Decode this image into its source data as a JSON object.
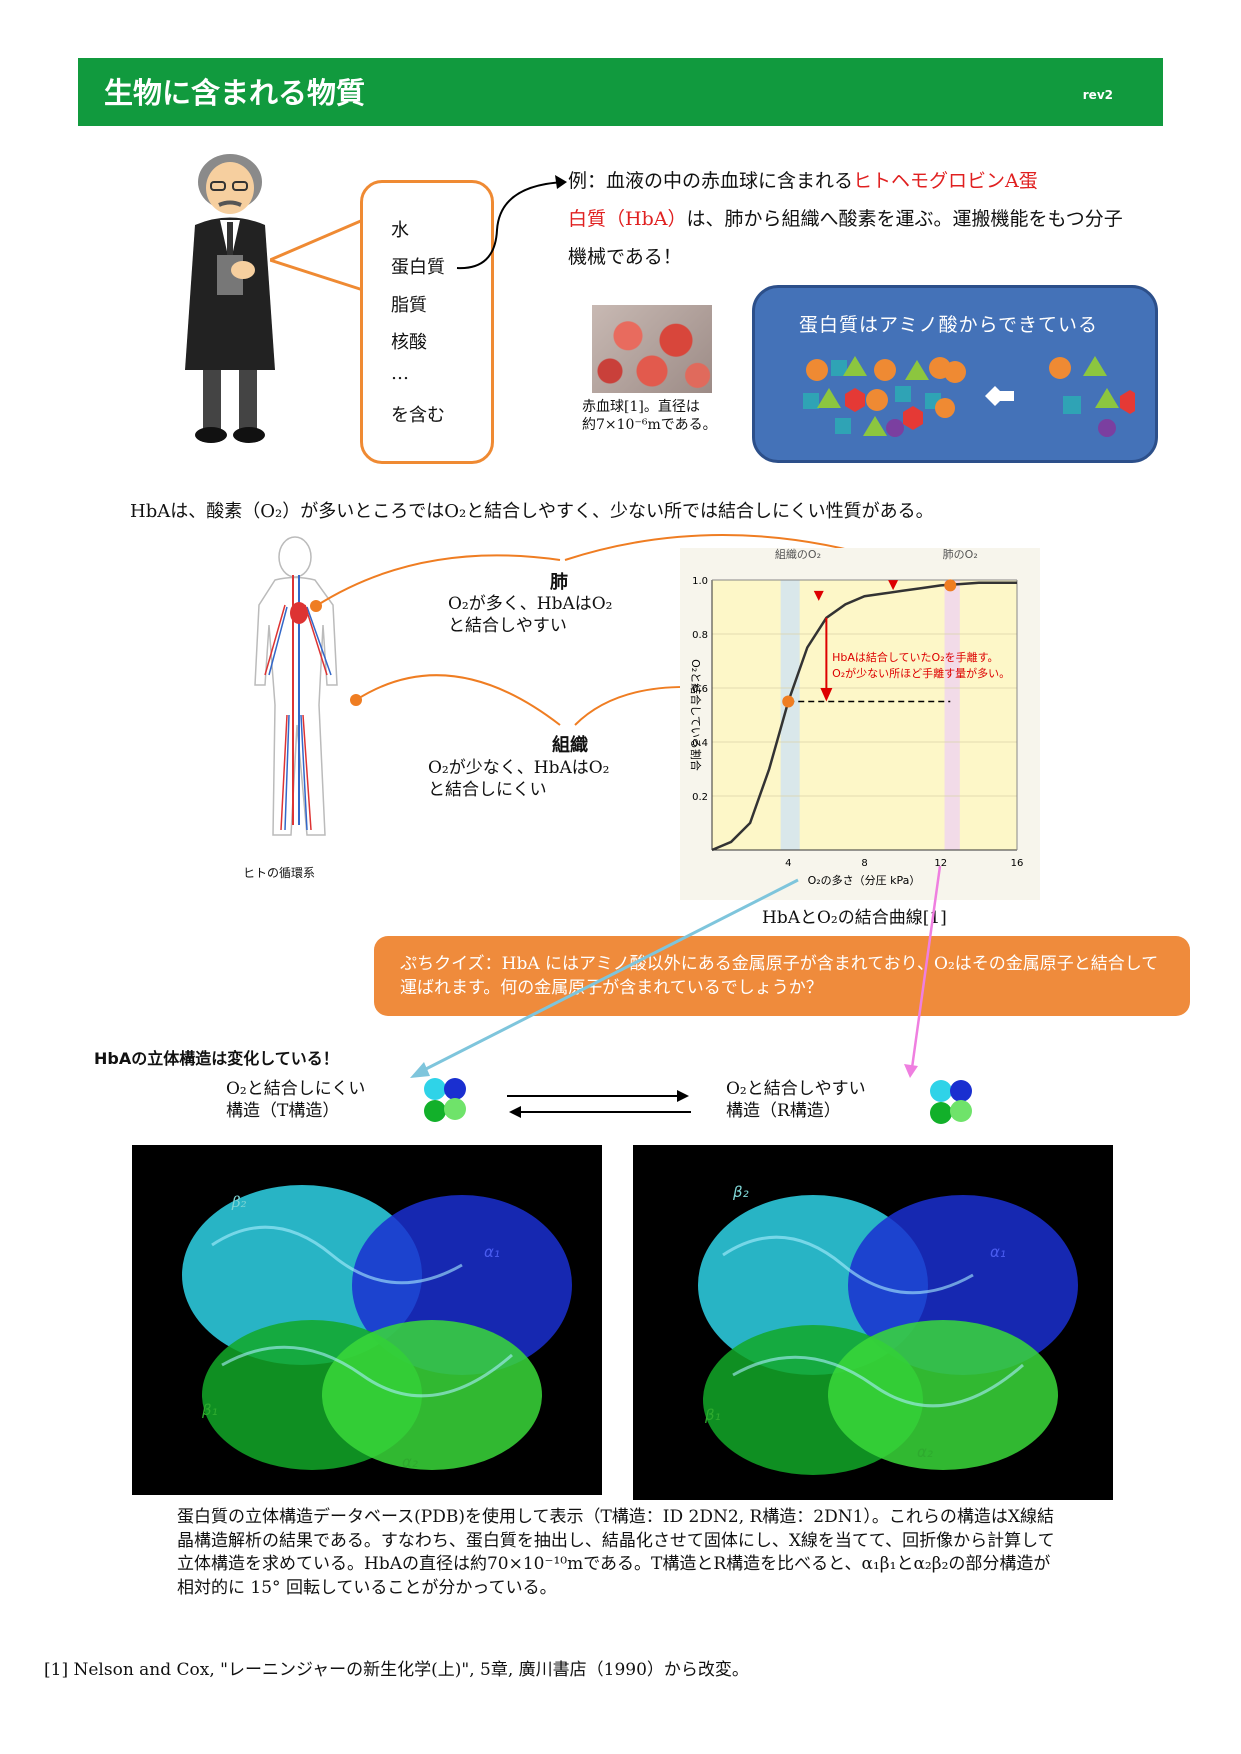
{
  "header": {
    "title": "生物に含まれる物質",
    "rev": "rev2"
  },
  "bubble": {
    "items": [
      "水",
      "蛋白質",
      "脂質",
      "核酸",
      "…",
      "を含む"
    ]
  },
  "example": {
    "prefix": "例：血液の中の赤血球に含まれる",
    "highlight1": "ヒトヘモグロビンA蛋",
    "highlight2": "白質（HbA）",
    "suffix": "は、肺から組織へ酸素を運ぶ。運搬機能をもつ分子機械である！"
  },
  "rbc": {
    "caption_line1": "赤血球[1]。直径は",
    "caption_line2": "約7×10⁻⁶mである。"
  },
  "protein_box": {
    "title": "蛋白質はアミノ酸からできている"
  },
  "hba_sentence": "HbAは、酸素（O₂）が多いところではO₂と結合しやすく、少ない所では結合しにくい性質がある。",
  "body_figure": {
    "caption": "ヒトの循環系"
  },
  "lung": {
    "title": "肺",
    "line1": "O₂が多く、HbAはO₂",
    "line2": "と結合しやすい"
  },
  "tissue": {
    "title": "組織",
    "line1": "O₂が少なく、HbAはO₂",
    "line2": "と結合しにくい"
  },
  "chart_data": {
    "type": "line",
    "title": "",
    "xlabel": "O₂の多さ（分圧 kPa）",
    "ylabel": "O₂と結合している割合",
    "xlim": [
      0,
      16
    ],
    "ylim": [
      0,
      1.0
    ],
    "xticks": [
      "4",
      "8",
      "12",
      "16"
    ],
    "yticks": [
      "0.2",
      "0.4",
      "0.6",
      "0.8",
      "1.0"
    ],
    "band_labels": {
      "tissue": "組織のO₂",
      "lung": "肺のO₂"
    },
    "series": [
      {
        "x": [
          0,
          1,
          2,
          3,
          4,
          5,
          6,
          7,
          8,
          9,
          10,
          11,
          12,
          13,
          14,
          15,
          16
        ],
        "y": [
          0.0,
          0.03,
          0.1,
          0.3,
          0.55,
          0.75,
          0.86,
          0.91,
          0.94,
          0.95,
          0.96,
          0.97,
          0.98,
          0.985,
          0.99,
          0.99,
          0.99
        ]
      }
    ],
    "annotations": [
      "HbAは結合していたO₂を手離す。",
      "O₂が少ない所ほど手離す量が多い。"
    ],
    "points": [
      {
        "x": 4,
        "y": 0.55
      },
      {
        "x": 12.5,
        "y": 0.98
      }
    ]
  },
  "chart_caption": "HbAとO₂の結合曲線[1]",
  "quiz": "ぷちクイズ：HbA にはアミノ酸以外にある金属原子が含まれており、O₂はその金属原子と結合して運ばれます。何の金属原子が含まれているでしょうか？",
  "structure": {
    "heading": "HbAの立体構造は変化している！",
    "t_line1": "O₂と結合しにくい",
    "t_line2": "構造（T構造）",
    "r_line1": "O₂と結合しやすい",
    "r_line2": "構造（R構造）",
    "labels": {
      "b2": "β₂",
      "a1": "α₁",
      "b1": "β₁",
      "a2": "α₂"
    },
    "colors": {
      "cyan": "#2fd3e8",
      "blue": "#1a2fd0",
      "green": "#2ecc3a",
      "light_green": "#6fe36a"
    }
  },
  "pdb_text": "蛋白質の立体構造データベース(PDB)を使用して表示（T構造：ID 2DN2, R構造：2DN1）。これらの構造はX線結晶構造解析の結果である。すなわち、蛋白質を抽出し、結晶化させて固体にし、X線を当てて、回折像から計算して立体構造を求めている。HbAの直径は約70×10⁻¹⁰mである。T構造とR構造を比べると、α₁β₁とα₂β₂の部分構造が相対的に 15° 回転していることが分かっている。",
  "reference": "[1] Nelson and Cox, \"レーニンジャーの新生化学(上)\", 5章, 廣川書店（1990）から改変。"
}
